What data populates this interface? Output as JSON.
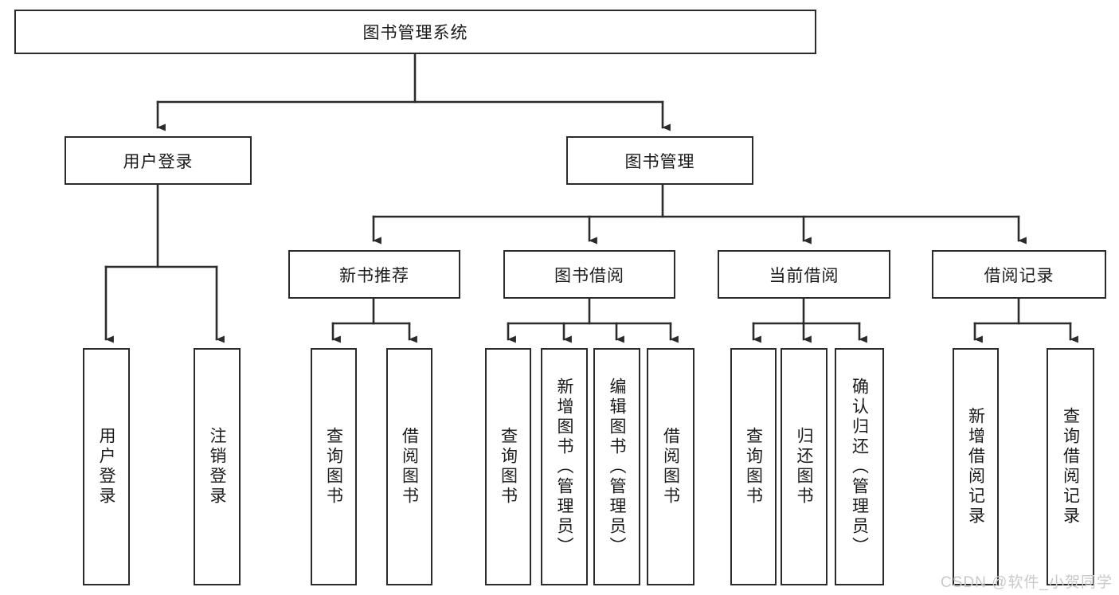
{
  "diagram": {
    "type": "hierarchy-tree",
    "title": "图书管理系统",
    "root": {
      "label": "图书管理系统"
    },
    "level2": [
      {
        "id": "user-login",
        "label": "用户登录"
      },
      {
        "id": "book-manage",
        "label": "图书管理"
      }
    ],
    "level3": [
      {
        "id": "new-book-recommend",
        "label": "新书推荐"
      },
      {
        "id": "book-borrow",
        "label": "图书借阅"
      },
      {
        "id": "current-borrow",
        "label": "当前借阅"
      },
      {
        "id": "borrow-record",
        "label": "借阅记录"
      }
    ],
    "leaves": {
      "user_login": [
        {
          "id": "leaf-user-login",
          "label": "用户登录"
        },
        {
          "id": "leaf-user-logout",
          "label": "注销登录"
        }
      ],
      "new_book_recommend": [
        {
          "id": "leaf-query-book-1",
          "label": "查询图书"
        },
        {
          "id": "leaf-borrow-book-1",
          "label": "借阅图书"
        }
      ],
      "book_borrow": [
        {
          "id": "leaf-query-book-2",
          "label": "查询图书"
        },
        {
          "id": "leaf-add-book",
          "label": "新增图书（管理员）"
        },
        {
          "id": "leaf-edit-book",
          "label": "编辑图书（管理员）"
        },
        {
          "id": "leaf-borrow-book-2",
          "label": "借阅图书"
        }
      ],
      "current_borrow": [
        {
          "id": "leaf-query-book-3",
          "label": "查询图书"
        },
        {
          "id": "leaf-return-book",
          "label": "归还图书"
        },
        {
          "id": "leaf-confirm-return",
          "label": "确认归还（管理员）"
        }
      ],
      "borrow_record": [
        {
          "id": "leaf-add-record",
          "label": "新增借阅记录"
        },
        {
          "id": "leaf-query-record",
          "label": "查询借阅记录"
        }
      ]
    },
    "colors": {
      "background": "#ffffff",
      "stroke": "#2b2b2b",
      "text": "#1b1b1b",
      "watermark": "#c9c9c9"
    }
  },
  "watermark": {
    "text": "CSDN @软件_小贺同学"
  }
}
